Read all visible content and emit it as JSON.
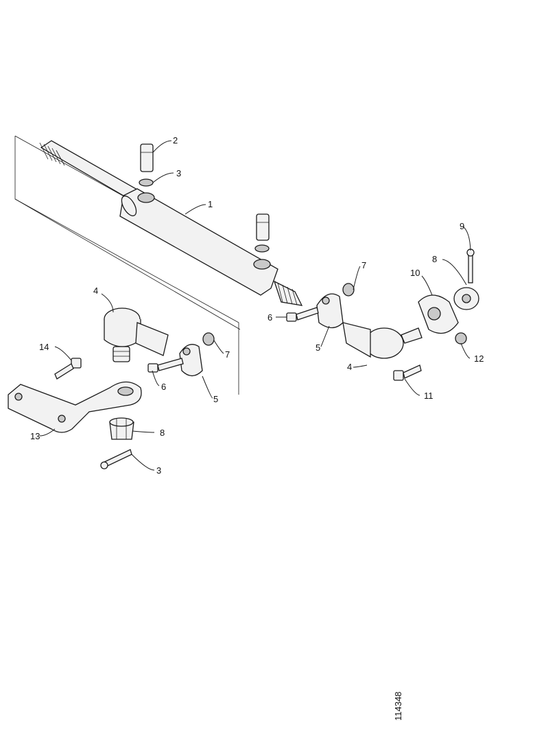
{
  "figure_id": "114348",
  "callouts": {
    "c1": "1",
    "c2": "2",
    "c3a": "3",
    "c3b": "3",
    "c4a": "4",
    "c4b": "4",
    "c5a": "5",
    "c5b": "5",
    "c6a": "6",
    "c6b": "6",
    "c7a": "7",
    "c7b": "7",
    "c8a": "8",
    "c8b": "8",
    "c9": "9",
    "c10": "10",
    "c11": "11",
    "c12": "12",
    "c13": "13",
    "c14": "14"
  }
}
